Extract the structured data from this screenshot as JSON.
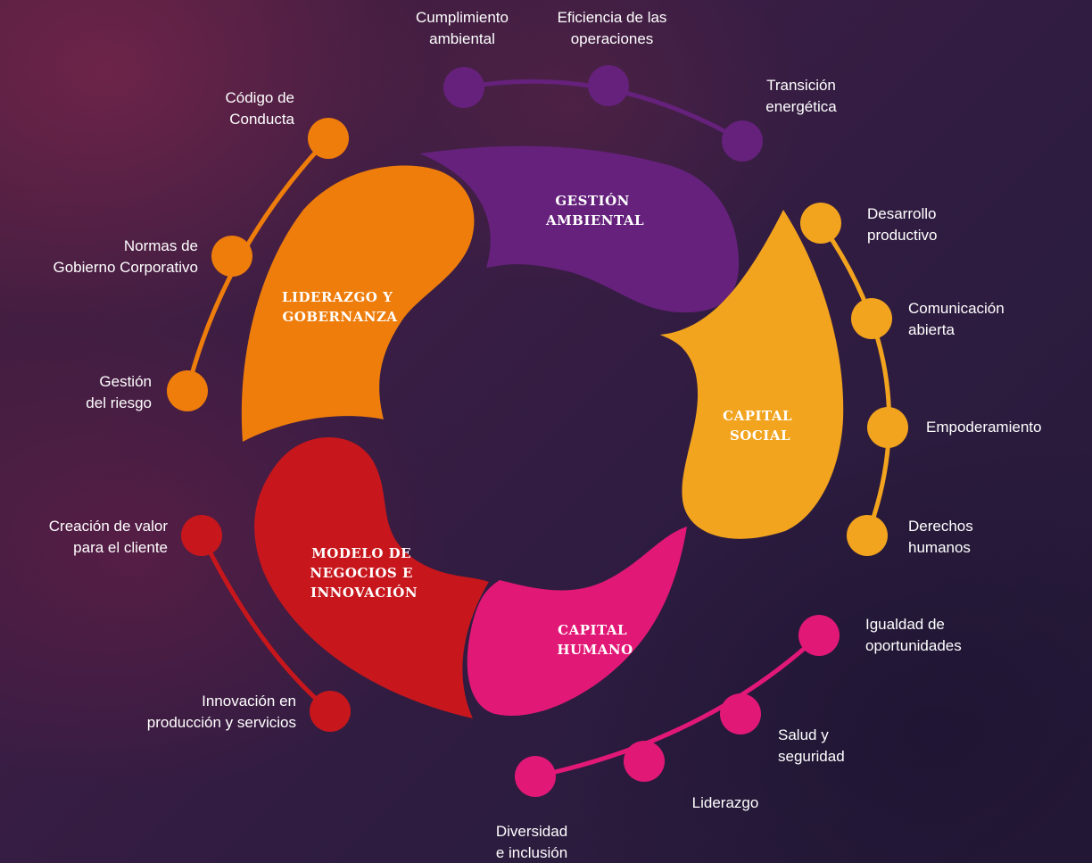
{
  "colors": {
    "gestion_ambiental": "#65217b",
    "capital_social": "#f2a41e",
    "capital_humano": "#e21876",
    "modelo_negocios": "#c7171c",
    "liderazgo": "#ee7d0b",
    "background": "#2a1a3e"
  },
  "segments": {
    "gestion_ambiental": [
      "GESTIÓN",
      "AMBIENTAL"
    ],
    "capital_social": [
      "CAPITAL",
      "SOCIAL"
    ],
    "capital_humano": [
      "CAPITAL",
      "HUMANO"
    ],
    "modelo_negocios": [
      "MODELO DE",
      "NEGOCIOS E",
      "INNOVACIÓN"
    ],
    "liderazgo": [
      "LIDERAZGO Y",
      "GOBERNANZA"
    ]
  },
  "topics": {
    "cumplimiento": "Cumplimiento\nambiental",
    "eficiencia": "Eficiencia de las\noperaciones",
    "transicion": "Transición\nenergética",
    "desarrollo": "Desarrollo\nproductivo",
    "comunicacion": "Comunicación\nabierta",
    "empoderamiento": "Empoderamiento",
    "derechos": "Derechos\nhumanos",
    "igualdad": "Igualdad de\noportunidades",
    "salud": "Salud y\nseguridad",
    "liderazgo_t": "Liderazgo",
    "diversidad": "Diversidad\ne inclusión",
    "innovacion": "Innovación en\nproducción y servicios",
    "creacion": "Creación de valor\npara el cliente",
    "gestion_riesgo": "Gestión\ndel riesgo",
    "normas": "Normas de\nGobierno Corporativo",
    "codigo": "Código de\nConducta"
  }
}
